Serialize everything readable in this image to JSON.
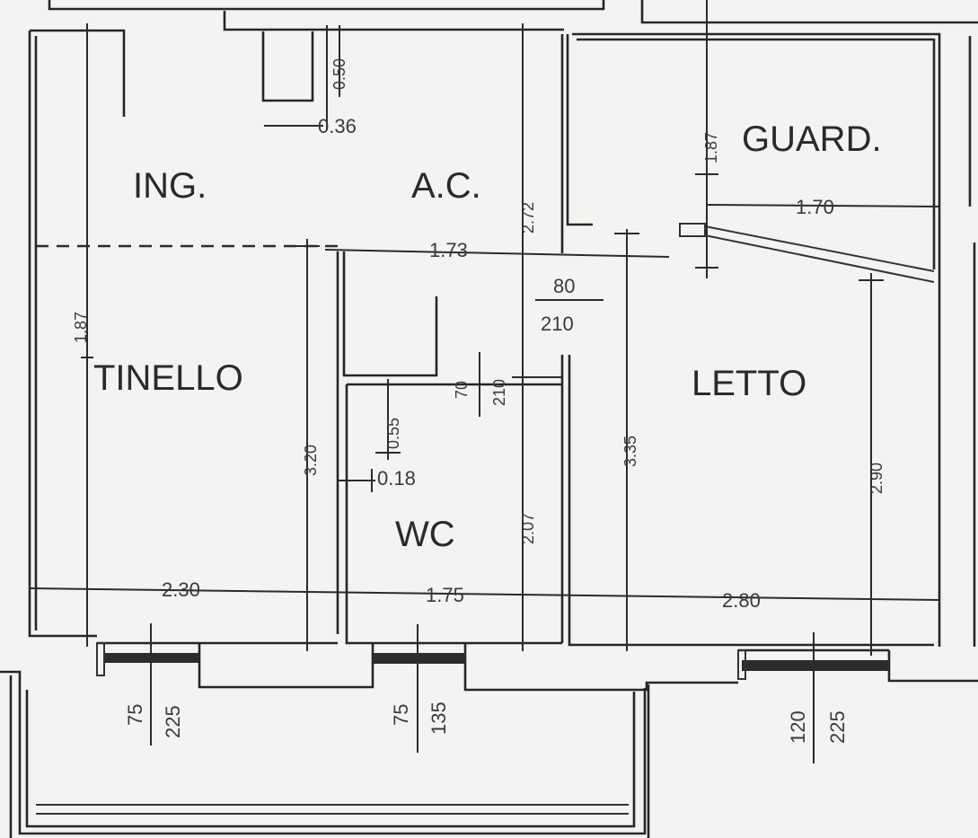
{
  "rooms": {
    "ingresso": "ING.",
    "armadio": "A.C.",
    "guardaroba": "GUARD.",
    "tinello": "TINELLO",
    "letto": "LETTO",
    "wc": "WC"
  },
  "dimensions": {
    "ing_niche_h": "0.50",
    "ing_niche_w": "0.36",
    "ac_height": "2.72",
    "guard_height": "1.87",
    "guard_width": "1.70",
    "corridor_width": "1.73",
    "door_letto_w": "80",
    "door_letto_h": "210",
    "tinello_left": "1.87",
    "tinello_height": "3.20",
    "wc_door_w": "70",
    "wc_door_h": "210",
    "wc_niche_h": "0.55",
    "wc_niche_w": "0.18",
    "wc_height": "2.07",
    "letto_left": "3.35",
    "letto_right": "2.90",
    "tinello_width": "2.30",
    "wc_width": "1.75",
    "letto_width": "2.80",
    "win1_w": "75",
    "win1_h": "225",
    "win2_w": "75",
    "win2_h": "135",
    "win3_w": "120",
    "win3_h": "225"
  }
}
